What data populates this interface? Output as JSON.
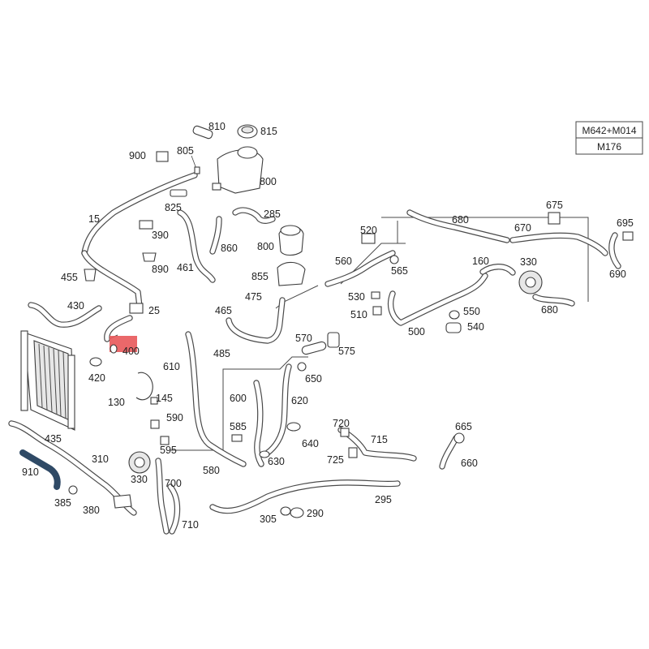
{
  "variants": [
    "M642+M014",
    "M176"
  ],
  "highlight_color": "#e8585a",
  "selected_part_color": "#2f4a66",
  "callouts": [
    {
      "label": "810"
    },
    {
      "label": "815"
    },
    {
      "label": "900"
    },
    {
      "label": "805"
    },
    {
      "label": "800"
    },
    {
      "label": "825"
    },
    {
      "label": "285"
    },
    {
      "label": "800"
    },
    {
      "label": "15"
    },
    {
      "label": "390"
    },
    {
      "label": "860"
    },
    {
      "label": "890"
    },
    {
      "label": "461"
    },
    {
      "label": "855"
    },
    {
      "label": "455"
    },
    {
      "label": "475"
    },
    {
      "label": "465"
    },
    {
      "label": "430"
    },
    {
      "label": "25"
    },
    {
      "label": "400"
    },
    {
      "label": "485"
    },
    {
      "label": "420"
    },
    {
      "label": "610"
    },
    {
      "label": "570"
    },
    {
      "label": "575"
    },
    {
      "label": "650"
    },
    {
      "label": "130"
    },
    {
      "label": "145"
    },
    {
      "label": "600"
    },
    {
      "label": "620"
    },
    {
      "label": "590"
    },
    {
      "label": "585"
    },
    {
      "label": "435"
    },
    {
      "label": "595"
    },
    {
      "label": "640"
    },
    {
      "label": "310"
    },
    {
      "label": "330"
    },
    {
      "label": "580"
    },
    {
      "label": "630"
    },
    {
      "label": "910"
    },
    {
      "label": "700"
    },
    {
      "label": "385"
    },
    {
      "label": "380"
    },
    {
      "label": "710"
    },
    {
      "label": "520"
    },
    {
      "label": "680"
    },
    {
      "label": "675"
    },
    {
      "label": "670"
    },
    {
      "label": "695"
    },
    {
      "label": "560"
    },
    {
      "label": "565"
    },
    {
      "label": "160"
    },
    {
      "label": "330"
    },
    {
      "label": "690"
    },
    {
      "label": "530"
    },
    {
      "label": "510"
    },
    {
      "label": "550"
    },
    {
      "label": "540"
    },
    {
      "label": "500"
    },
    {
      "label": "680"
    },
    {
      "label": "720"
    },
    {
      "label": "715"
    },
    {
      "label": "725"
    },
    {
      "label": "665"
    },
    {
      "label": "660"
    },
    {
      "label": "295"
    },
    {
      "label": "305"
    },
    {
      "label": "290"
    }
  ]
}
